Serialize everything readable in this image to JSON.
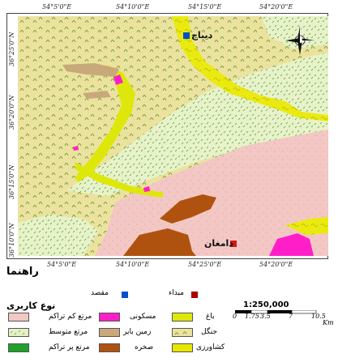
{
  "map": {
    "top_ticks": [
      "54°5'0\"E",
      "54°10'0\"E",
      "54°15'0\"E",
      "54°20'0\"E"
    ],
    "bottom_ticks": [
      "54°5'0\"E",
      "54°10'0\"E",
      "54°25'0\"E",
      "54°20'0\"E"
    ],
    "left_ticks": [
      "36°25'0\"N",
      "36°20'0\"N",
      "36°15'0\"N",
      "36°10'0\"N"
    ],
    "places": {
      "diabaj": "دیباج",
      "damghan": "دامغان"
    },
    "north_arrow": "north-arrow-icon",
    "colors": {
      "sparse_rangeland": "#f3c8c4",
      "medium_rangeland": "#e6f0c4",
      "dense_rangeland": "#1fa02a",
      "residential": "#ff1fc8",
      "barren": "#c8a97a",
      "rock": "#b0520f",
      "garden": "#dde80a",
      "forest": "#e8df8e",
      "agriculture": "#e7e600",
      "origin": "#a80000",
      "destination": "#0050c8"
    }
  },
  "legend": {
    "title": "راهنما",
    "land_use_title": "نوع کاربری",
    "origin_label": "مبداء",
    "destination_label": "مقصد",
    "items": {
      "sparse_rangeland": "مرتع کم تراکم",
      "medium_rangeland": "مرتع متوسط",
      "dense_rangeland": "مرتع پر تراکم",
      "residential": "مسکونی",
      "barren": "زمین بایر",
      "rock": "صخره",
      "garden": "باغ",
      "forest": "جنگل",
      "agriculture": "کشاورزی"
    },
    "scale": "1:250,000",
    "scale_ticks": [
      "0",
      "1.75",
      "3.5",
      "7",
      "10.5"
    ],
    "scale_unit": "Km"
  }
}
